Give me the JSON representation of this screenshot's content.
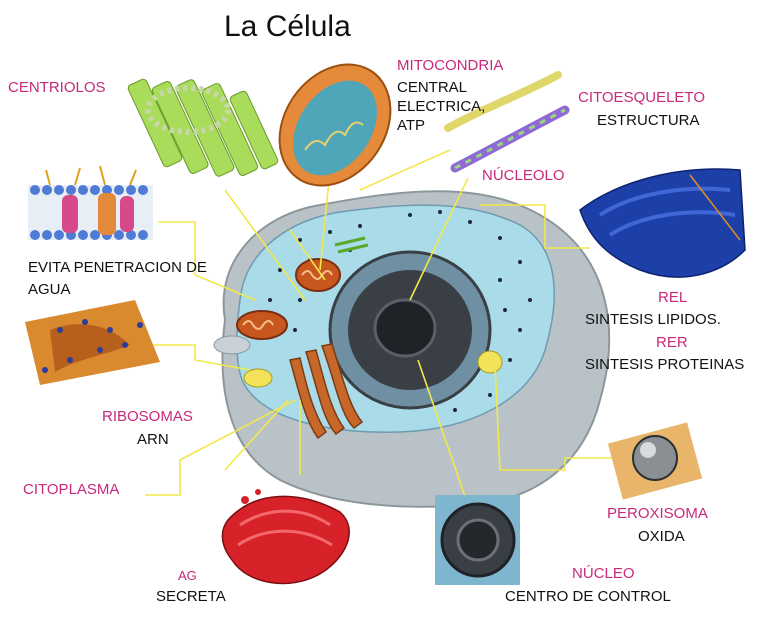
{
  "title": "La Célula",
  "colors": {
    "label_accent": "#c8297a",
    "leader_line": "#f2e84a",
    "cytoplasm": "#a9dbe9",
    "cell_outer": "#b9c3c7",
    "nucleus": "#3a3f45",
    "mitochondria": "#c8561f",
    "golgi": "#c8672a",
    "er_blue": "#1d3fa8",
    "golgi_red": "#d8222a"
  },
  "labels": {
    "centriolos": "CENTRIOLOS",
    "mitocondria": "MITOCONDRIA",
    "mitocondria_desc_1": "CENTRAL",
    "mitocondria_desc_2": "ELECTRICA,",
    "mitocondria_desc_3": "ATP",
    "citoesqueleto": "CITOESQUELETO",
    "citoesqueleto_desc": "ESTRUCTURA",
    "nucleolo": "NÚCLEOLO",
    "membrana_desc_1": "EVITA PENETRACION DE",
    "membrana_desc_2": "AGUA",
    "rel": "REL",
    "rel_desc": "SINTESIS LIPIDOS.",
    "rer": "RER",
    "rer_desc": "SINTESIS PROTEINAS",
    "ribosomas": "RIBOSOMAS",
    "ribosomas_desc": "ARN",
    "citoplasma": "CITOPLASMA",
    "peroxisoma": "PEROXISOMA",
    "peroxisoma_desc": "OXIDA",
    "ag": "AG",
    "ag_desc": "SECRETA",
    "nucleo": "NÚCLEO",
    "nucleo_desc": "CENTRO DE CONTROL"
  }
}
